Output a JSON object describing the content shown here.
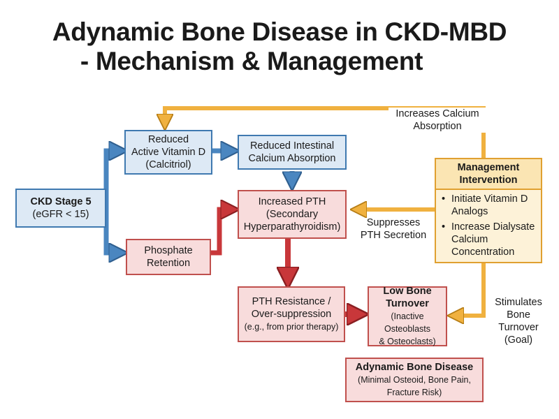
{
  "title": {
    "line1": "Adynamic Bone Disease in CKD-MBD",
    "line2": "- Mechanism & Management"
  },
  "nodes": {
    "ckd": {
      "line1": "CKD Stage 5",
      "line2": "(eGFR < 15)"
    },
    "vitd": {
      "line1": "Reduced",
      "line2": "Active Vitamin D",
      "line3": "(Calcitriol)"
    },
    "intestinal": {
      "line1": "Reduced Intestinal",
      "line2": "Calcium Absorption"
    },
    "phosphate": {
      "line1": "Phosphate",
      "line2": "Retention"
    },
    "pth": {
      "line1": "Increased PTH",
      "line2": "(Secondary",
      "line3": "Hyperparathyroidism)"
    },
    "resistance": {
      "line1": "PTH Resistance /",
      "line2": "Over-suppression",
      "line3": "(e.g., from prior therapy)"
    },
    "lowturnover": {
      "line1": "Low Bone",
      "line2": "Turnover",
      "line3": "(Inactive Osteoblasts",
      "line4": "& Osteoclasts)"
    },
    "abd": {
      "line1": "Adynamic Bone Disease",
      "line2": "(Minimal Osteoid, Bone Pain,",
      "line3": "Fracture Risk)"
    },
    "management": {
      "heading1": "Management",
      "heading2": "Intervention",
      "items": [
        {
          "bullet": "•",
          "line1": "Initiate Vitamin D",
          "line2": "Analogs"
        },
        {
          "bullet": "•",
          "line1": "Increase Dialysate",
          "line2": "Calcium",
          "line3": "Concentration"
        }
      ]
    }
  },
  "edge_labels": {
    "calcium": {
      "line1": "Increases Calcium",
      "line2": "Absorption"
    },
    "suppress": {
      "line1": "Suppresses",
      "line2": "PTH Secretion"
    },
    "stimulate": {
      "line1": "Stimulates",
      "line2": "Bone",
      "line3": "Turnover",
      "line4": "(Goal)"
    }
  },
  "colors": {
    "blue_arrow": "#4a86c0",
    "red_arrow": "#c8373a",
    "orange_arrow": "#f0b13f"
  }
}
